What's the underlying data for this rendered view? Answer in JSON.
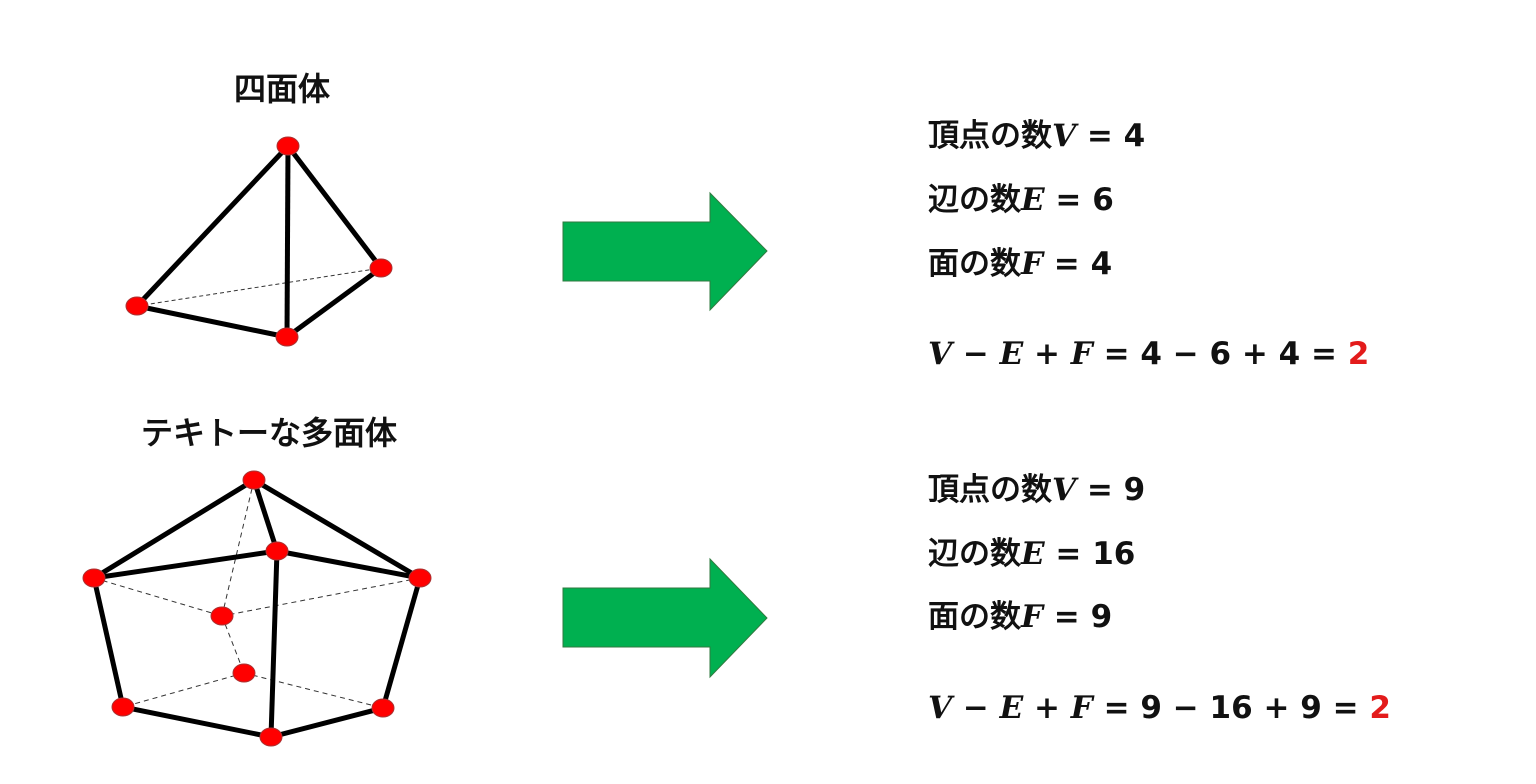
{
  "tetrahedron": {
    "title": "四面体",
    "vertices_label": "頂点の数",
    "vertices_var": "V",
    "vertices_value": "4",
    "edges_label": "辺の数",
    "edges_var": "E",
    "edges_value": "6",
    "faces_label": "面の数",
    "faces_var": "F",
    "faces_value": "4",
    "formula_lhs": "V − E + F",
    "formula_rhs": "= 4 − 6 + 4 =",
    "result": "2"
  },
  "polyhedron": {
    "title": "テキトーな多面体",
    "vertices_label": "頂点の数",
    "vertices_var": "V",
    "vertices_value": "9",
    "edges_label": "辺の数",
    "edges_var": "E",
    "edges_value": "16",
    "faces_label": "面の数",
    "faces_var": "F",
    "faces_value": "9",
    "formula_lhs": "V − E + F",
    "formula_rhs": "= 9 − 16 + 9 =",
    "result": "2"
  },
  "colors": {
    "arrow": "#00B050",
    "vertex": "#FF0000",
    "result": "#E31B1B"
  }
}
